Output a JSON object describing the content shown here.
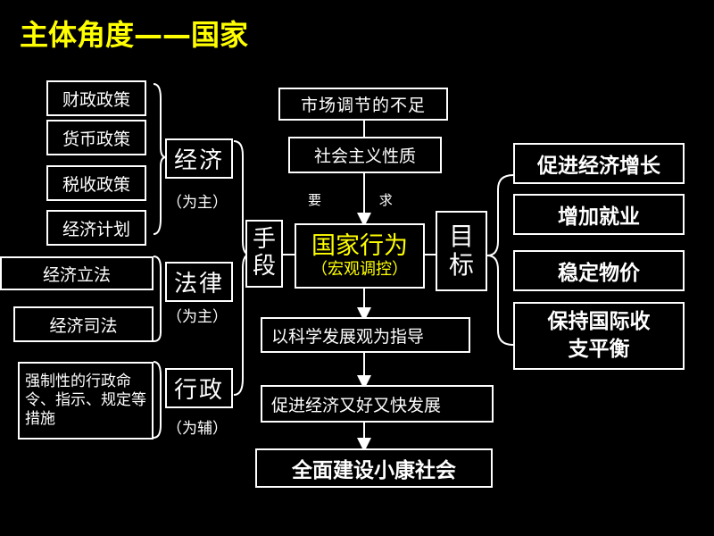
{
  "title": "主体角度——国家",
  "policies": [
    "财政政策",
    "货币政策",
    "税收政策",
    "经济计划"
  ],
  "law_items": [
    "经济立法",
    "经济司法"
  ],
  "admin_item": "强制性的行政命令、指示、规定等措施",
  "means": [
    {
      "label": "经济",
      "note": "（为主）"
    },
    {
      "label": "法律",
      "note": "（为主）"
    },
    {
      "label": "行政",
      "note": "（为辅）"
    }
  ],
  "means_label": "手段",
  "market_flaw": "市场调节的不足",
  "socialist_nature": "社会主义性质",
  "require_label": "要 求",
  "state_action": {
    "title": "国家行为",
    "subtitle": "（宏观调控）"
  },
  "goal_label": "目标",
  "goals": [
    "促进经济增长",
    "增加就业",
    "稳定物价",
    "保持国际收支平衡"
  ],
  "flow": [
    "以科学发展观为指导",
    "促进经济又好又快发展",
    "全面建设小康社会"
  ],
  "colors": {
    "background": "#000000",
    "title": "#ffff00",
    "box_text": "#ffffff",
    "highlight": "#ffff00"
  }
}
